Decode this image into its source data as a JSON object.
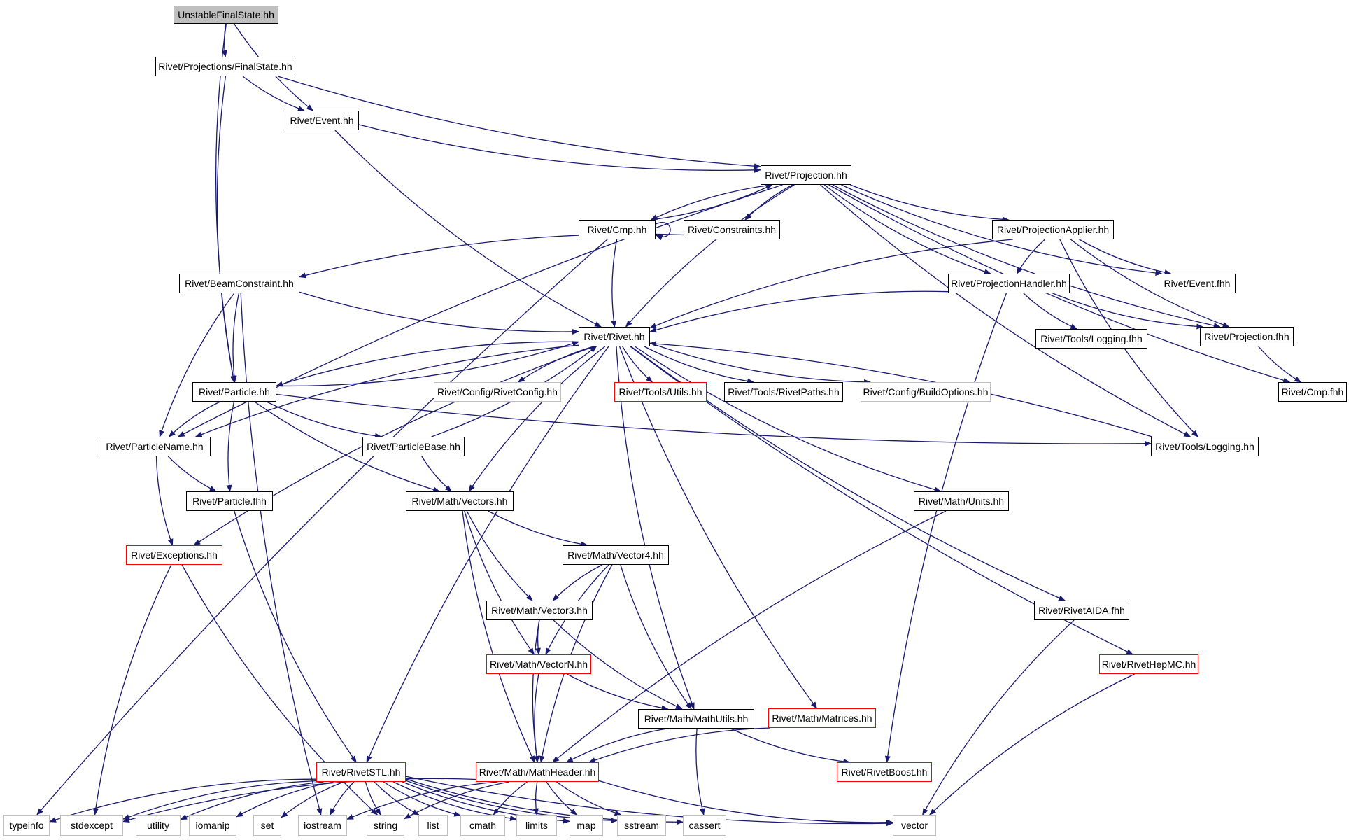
{
  "diagram": {
    "colors": {
      "edge": "#191970",
      "normal": "#000000",
      "error": "#ff0000",
      "system": "#bfbfbf",
      "root_fill": "#bfbfbf"
    },
    "nodes": [
      {
        "id": "ufs",
        "label": "UnstableFinalState.hh",
        "kind": "root"
      },
      {
        "id": "fs",
        "label": "Rivet/Projections/FinalState.hh",
        "kind": "normal"
      },
      {
        "id": "event",
        "label": "Rivet/Event.hh",
        "kind": "normal"
      },
      {
        "id": "projection",
        "label": "Rivet/Projection.hh",
        "kind": "normal"
      },
      {
        "id": "cmp",
        "label": "Rivet/Cmp.hh",
        "kind": "normal"
      },
      {
        "id": "constraints",
        "label": "Rivet/Constraints.hh",
        "kind": "normal"
      },
      {
        "id": "projapplier",
        "label": "Rivet/ProjectionApplier.hh",
        "kind": "normal"
      },
      {
        "id": "beamconstraint",
        "label": "Rivet/BeamConstraint.hh",
        "kind": "normal"
      },
      {
        "id": "projhandler",
        "label": "Rivet/ProjectionHandler.hh",
        "kind": "normal"
      },
      {
        "id": "eventfhh",
        "label": "Rivet/Event.fhh",
        "kind": "normal"
      },
      {
        "id": "rivet",
        "label": "Rivet/Rivet.hh",
        "kind": "normal"
      },
      {
        "id": "loggingfhh",
        "label": "Rivet/Tools/Logging.fhh",
        "kind": "normal"
      },
      {
        "id": "projfhh",
        "label": "Rivet/Projection.fhh",
        "kind": "normal"
      },
      {
        "id": "particle",
        "label": "Rivet/Particle.hh",
        "kind": "normal"
      },
      {
        "id": "rivetconfig",
        "label": "Rivet/Config/RivetConfig.hh",
        "kind": "system"
      },
      {
        "id": "utils",
        "label": "Rivet/Tools/Utils.hh",
        "kind": "error"
      },
      {
        "id": "rivetpaths",
        "label": "Rivet/Tools/RivetPaths.hh",
        "kind": "normal"
      },
      {
        "id": "buildoptions",
        "label": "Rivet/Config/BuildOptions.hh",
        "kind": "system"
      },
      {
        "id": "cmpfhh",
        "label": "Rivet/Cmp.fhh",
        "kind": "normal"
      },
      {
        "id": "particlename",
        "label": "Rivet/ParticleName.hh",
        "kind": "normal"
      },
      {
        "id": "particlebase",
        "label": "Rivet/ParticleBase.hh",
        "kind": "normal"
      },
      {
        "id": "logging",
        "label": "Rivet/Tools/Logging.hh",
        "kind": "normal"
      },
      {
        "id": "particlefhh",
        "label": "Rivet/Particle.fhh",
        "kind": "normal"
      },
      {
        "id": "vectors",
        "label": "Rivet/Math/Vectors.hh",
        "kind": "normal"
      },
      {
        "id": "units",
        "label": "Rivet/Math/Units.hh",
        "kind": "normal"
      },
      {
        "id": "exceptions",
        "label": "Rivet/Exceptions.hh",
        "kind": "error"
      },
      {
        "id": "vector4",
        "label": "Rivet/Math/Vector4.hh",
        "kind": "normal"
      },
      {
        "id": "vector3",
        "label": "Rivet/Math/Vector3.hh",
        "kind": "normal"
      },
      {
        "id": "rivetaida",
        "label": "Rivet/RivetAIDA.fhh",
        "kind": "normal"
      },
      {
        "id": "vectorn",
        "label": "Rivet/Math/VectorN.hh",
        "kind": "error"
      },
      {
        "id": "rivethepmc",
        "label": "Rivet/RivetHepMC.hh",
        "kind": "error"
      },
      {
        "id": "mathutils",
        "label": "Rivet/Math/MathUtils.hh",
        "kind": "normal"
      },
      {
        "id": "matrices",
        "label": "Rivet/Math/Matrices.hh",
        "kind": "error"
      },
      {
        "id": "rivetstl",
        "label": "Rivet/RivetSTL.hh",
        "kind": "error"
      },
      {
        "id": "mathheader",
        "label": "Rivet/Math/MathHeader.hh",
        "kind": "error"
      },
      {
        "id": "rivetboost",
        "label": "Rivet/RivetBoost.hh",
        "kind": "error"
      },
      {
        "id": "typeinfo",
        "label": "typeinfo",
        "kind": "system"
      },
      {
        "id": "stdexcept",
        "label": "stdexcept",
        "kind": "system"
      },
      {
        "id": "utility",
        "label": "utility",
        "kind": "system"
      },
      {
        "id": "iomanip",
        "label": "iomanip",
        "kind": "system"
      },
      {
        "id": "set",
        "label": "set",
        "kind": "system"
      },
      {
        "id": "iostream",
        "label": "iostream",
        "kind": "system"
      },
      {
        "id": "string",
        "label": "string",
        "kind": "system"
      },
      {
        "id": "list",
        "label": "list",
        "kind": "system"
      },
      {
        "id": "cmath",
        "label": "cmath",
        "kind": "system"
      },
      {
        "id": "limits",
        "label": "limits",
        "kind": "system"
      },
      {
        "id": "map",
        "label": "map",
        "kind": "system"
      },
      {
        "id": "sstream",
        "label": "sstream",
        "kind": "system"
      },
      {
        "id": "cassert",
        "label": "cassert",
        "kind": "system"
      },
      {
        "id": "vector",
        "label": "vector",
        "kind": "system"
      }
    ],
    "edges": [
      [
        "ufs",
        "fs"
      ],
      [
        "ufs",
        "event"
      ],
      [
        "ufs",
        "particle"
      ],
      [
        "fs",
        "event"
      ],
      [
        "fs",
        "projection"
      ],
      [
        "fs",
        "particle"
      ],
      [
        "event",
        "projection"
      ],
      [
        "event",
        "rivet"
      ],
      [
        "projection",
        "cmp"
      ],
      [
        "projection",
        "constraints"
      ],
      [
        "projection",
        "projapplier"
      ],
      [
        "projection",
        "projhandler"
      ],
      [
        "projection",
        "eventfhh"
      ],
      [
        "projection",
        "projfhh"
      ],
      [
        "projection",
        "cmpfhh"
      ],
      [
        "projection",
        "logging"
      ],
      [
        "projection",
        "rivet"
      ],
      [
        "projection",
        "particlename"
      ],
      [
        "cmp",
        "projection"
      ],
      [
        "cmp",
        "cmp"
      ],
      [
        "cmp",
        "rivet"
      ],
      [
        "cmp",
        "typeinfo"
      ],
      [
        "constraints",
        "beamconstraint"
      ],
      [
        "projapplier",
        "projhandler"
      ],
      [
        "projapplier",
        "eventfhh"
      ],
      [
        "projapplier",
        "projfhh"
      ],
      [
        "projapplier",
        "logging"
      ],
      [
        "projapplier",
        "rivet"
      ],
      [
        "projhandler",
        "rivet"
      ],
      [
        "projhandler",
        "loggingfhh"
      ],
      [
        "projhandler",
        "projfhh"
      ],
      [
        "projhandler",
        "rivetboost"
      ],
      [
        "beamconstraint",
        "rivet"
      ],
      [
        "beamconstraint",
        "particle"
      ],
      [
        "beamconstraint",
        "particlename"
      ],
      [
        "beamconstraint",
        "iostream"
      ],
      [
        "projfhh",
        "cmpfhh"
      ],
      [
        "rivet",
        "rivetconfig"
      ],
      [
        "rivet",
        "utils"
      ],
      [
        "rivet",
        "rivetpaths"
      ],
      [
        "rivet",
        "buildoptions"
      ],
      [
        "rivet",
        "particle"
      ],
      [
        "rivet",
        "particlename"
      ],
      [
        "rivet",
        "exceptions"
      ],
      [
        "rivet",
        "rivetstl"
      ],
      [
        "rivet",
        "vectors"
      ],
      [
        "rivet",
        "matrices"
      ],
      [
        "rivet",
        "mathutils"
      ],
      [
        "rivet",
        "units"
      ],
      [
        "rivet",
        "rivetaida"
      ],
      [
        "rivet",
        "rivethepmc"
      ],
      [
        "particle",
        "rivet"
      ],
      [
        "particle",
        "particlename"
      ],
      [
        "particle",
        "particlefhh"
      ],
      [
        "particle",
        "particlebase"
      ],
      [
        "particle",
        "vectors"
      ],
      [
        "particle",
        "logging"
      ],
      [
        "logging",
        "rivet"
      ],
      [
        "particlebase",
        "rivet"
      ],
      [
        "particlebase",
        "vectors"
      ],
      [
        "particlename",
        "particlefhh"
      ],
      [
        "particlename",
        "exceptions"
      ],
      [
        "particlefhh",
        "rivetstl"
      ],
      [
        "exceptions",
        "stdexcept"
      ],
      [
        "exceptions",
        "string"
      ],
      [
        "vectors",
        "vector4"
      ],
      [
        "vectors",
        "vector3"
      ],
      [
        "vectors",
        "vectorn"
      ],
      [
        "vectors",
        "mathheader"
      ],
      [
        "vector4",
        "vector3"
      ],
      [
        "vector4",
        "vectorn"
      ],
      [
        "vector4",
        "mathutils"
      ],
      [
        "vector4",
        "mathheader"
      ],
      [
        "vector3",
        "vectorn"
      ],
      [
        "vector3",
        "mathutils"
      ],
      [
        "vector3",
        "mathheader"
      ],
      [
        "vectorn",
        "mathutils"
      ],
      [
        "vectorn",
        "mathheader"
      ],
      [
        "mathutils",
        "mathheader"
      ],
      [
        "mathutils",
        "rivetboost"
      ],
      [
        "mathutils",
        "cassert"
      ],
      [
        "matrices",
        "mathheader"
      ],
      [
        "units",
        "mathheader"
      ],
      [
        "rivetaida",
        "vector"
      ],
      [
        "rivethepmc",
        "vector"
      ],
      [
        "rivetstl",
        "typeinfo"
      ],
      [
        "rivetstl",
        "stdexcept"
      ],
      [
        "rivetstl",
        "utility"
      ],
      [
        "rivetstl",
        "iomanip"
      ],
      [
        "rivetstl",
        "set"
      ],
      [
        "rivetstl",
        "iostream"
      ],
      [
        "rivetstl",
        "string"
      ],
      [
        "rivetstl",
        "list"
      ],
      [
        "rivetstl",
        "cmath"
      ],
      [
        "rivetstl",
        "limits"
      ],
      [
        "rivetstl",
        "map"
      ],
      [
        "rivetstl",
        "sstream"
      ],
      [
        "rivetstl",
        "cassert"
      ],
      [
        "rivetstl",
        "vector"
      ],
      [
        "mathheader",
        "stdexcept"
      ],
      [
        "mathheader",
        "iostream"
      ],
      [
        "mathheader",
        "string"
      ],
      [
        "mathheader",
        "cmath"
      ],
      [
        "mathheader",
        "limits"
      ],
      [
        "mathheader",
        "map"
      ],
      [
        "mathheader",
        "sstream"
      ],
      [
        "mathheader",
        "vector"
      ]
    ]
  }
}
